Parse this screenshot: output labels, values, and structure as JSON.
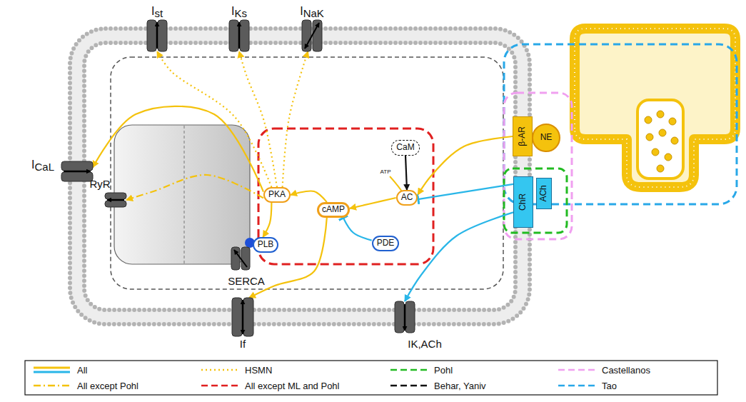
{
  "diagram": {
    "nodes": [
      {
        "text": [
          "Ist"
        ]
      },
      {
        "text": [
          "IKs"
        ]
      },
      {
        "text": [
          "INaK"
        ]
      },
      {
        "text": [
          "ICaL"
        ]
      },
      {
        "text": [
          "RyR"
        ]
      },
      {
        "text": [
          "PKA"
        ]
      },
      {
        "text": [
          "CaM"
        ]
      },
      {
        "text": [
          "β-AR"
        ]
      },
      {
        "text": [
          "NE"
        ]
      },
      {
        "text": [
          "AC"
        ]
      },
      {
        "text": [
          "cAMP"
        ]
      },
      {
        "text": [
          "SERCA"
        ]
      },
      {
        "text": [
          "PLB"
        ]
      },
      {
        "text": [
          "PDE"
        ]
      },
      {
        "text": [
          "ChR"
        ]
      },
      {
        "text": [
          "ACh"
        ]
      },
      {
        "text": [
          "If"
        ]
      },
      {
        "text": [
          "IK,ACh"
        ]
      }
    ],
    "edges": [
      {
        "from": 5,
        "to": 0,
        "arrow": "to"
      },
      {
        "from": 5,
        "to": 1,
        "arrow": "to"
      },
      {
        "from": 5,
        "to": 2,
        "arrow": "to"
      },
      {
        "from": 5,
        "to": 3,
        "arrow": "to"
      },
      {
        "from": 5,
        "to": 4,
        "arrow": "to"
      },
      {
        "from": 5,
        "to": 12,
        "arrow": "to"
      },
      {
        "from": 10,
        "to": 5,
        "arrow": "to"
      },
      {
        "from": 7,
        "to": 9,
        "arrow": "to"
      },
      {
        "from": 6,
        "to": 9,
        "arrow": "to"
      },
      {
        "from": 9,
        "to": 10,
        "arrow": "to"
      },
      {
        "from": 13,
        "to": 10,
        "arrow": "to"
      },
      {
        "from": 14,
        "to": 9,
        "arrow": "to"
      },
      {
        "from": 14,
        "to": 17,
        "arrow": "to"
      },
      {
        "from": 10,
        "to": 16,
        "arrow": "to"
      }
    ],
    "labels": [
      "ATP"
    ],
    "legend": [
      {
        "text": "All"
      },
      {
        "text": "HSMN"
      },
      {
        "text": "Pohl"
      },
      {
        "text": "Castellanos"
      },
      {
        "text": "All except Pohl"
      },
      {
        "text": "All except ML and Pohl"
      },
      {
        "text": "Behar, Yaniv"
      },
      {
        "text": "Tao"
      }
    ]
  }
}
